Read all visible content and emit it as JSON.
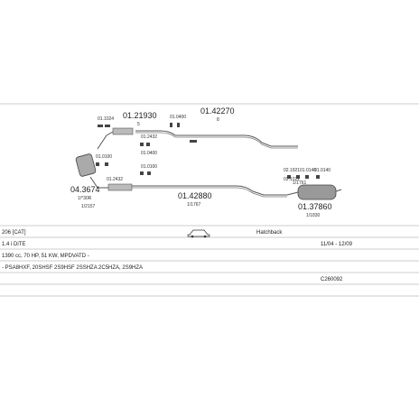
{
  "parts": {
    "pipe_upper": {
      "number": "01.21930",
      "qty": "5"
    },
    "pipe_upper_right": {
      "number": "01.42270",
      "qty": "8"
    },
    "pipe_lower": {
      "number": "01.42880",
      "qty": "1/1767"
    },
    "converter": {
      "number": "04.3674",
      "qty": "1/*30R"
    },
    "rear_silencer": {
      "number": "01.37860",
      "qty": "1/1830"
    },
    "converter_sub": "1/2157"
  },
  "small_codes": {
    "c1": "01.1024",
    "c2": "01.2432",
    "c3": "01.0400",
    "c4": "01.0400",
    "c5": "01.0100",
    "c6": "01.0100",
    "c7": "02.1921",
    "c8": "01.2432",
    "c9": "01.0140",
    "c10": "01.0140",
    "c11": "02.1021",
    "c12": "1/1761"
  },
  "info": {
    "model": "206 [CAT]",
    "body": "Hatchback",
    "engine": "1.4 i DiTE",
    "years": "11/04 - 12/09",
    "power": "1390 cc, 70 HP, 51 KW, MPDVATD -",
    "engine_codes": "- PSA8HXF, 20SHSF 2S9HSF 2SSHZA 2C5HZA, 2S9HZA",
    "ref": "C260092"
  }
}
